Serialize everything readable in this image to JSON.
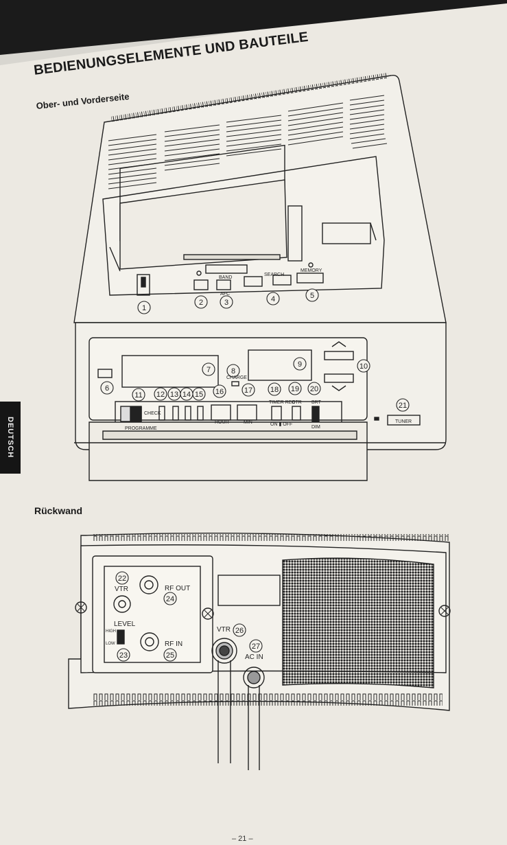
{
  "page": {
    "title": "BEDIENUNGSELEMENTE UND BAUTEILE",
    "section_front": "Ober- und Vorderseite",
    "section_back": "Rückwand",
    "side_tab": "DEUTSCH",
    "page_number": "– 21 –"
  },
  "front_diagram": {
    "callouts": [
      "1",
      "2",
      "3",
      "4",
      "5",
      "6",
      "7",
      "8",
      "9",
      "10",
      "11",
      "12",
      "13",
      "14",
      "15",
      "16",
      "17",
      "18",
      "19",
      "20",
      "21"
    ],
    "labels": {
      "search": "SEARCH",
      "memory": "MEMORY",
      "timer_rec": "TIMER REC",
      "otr": "OTR",
      "brt": "BRT",
      "dim": "DIM",
      "tuner": "TUNER",
      "on_off": "ON ▮ OFF",
      "hour": "HOUR",
      "min": "MIN",
      "programme": "PROGRAMME",
      "check": "CHECK",
      "charge": "CHARGE",
      "band": "BAND",
      "afc": "AFC"
    }
  },
  "rear_diagram": {
    "callouts": [
      "22",
      "23",
      "24",
      "25",
      "26",
      "27"
    ],
    "labels": {
      "vtr": "VTR",
      "rf_out": "RF OUT",
      "level": "LEVEL",
      "high": "HIGH",
      "low": "LOW",
      "rf_in": "RF IN",
      "vtr_cable": "VTR",
      "ac_in": "AC IN"
    }
  }
}
